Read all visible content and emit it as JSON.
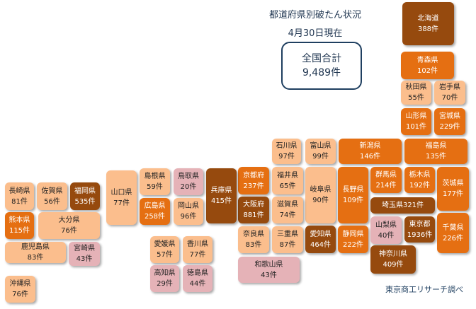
{
  "header": {
    "title": "都道府県別破たん状況",
    "date": "4月30日現在"
  },
  "total": {
    "label": "全国合計",
    "value": "9,489件"
  },
  "source": "東京商工リサーチ調べ",
  "tier_colors": {
    "dark": "#964a0e",
    "orange": "#e56f12",
    "peach": "#fbbe8d",
    "pink": "#e5b2b7"
  },
  "prefectures": [
    {
      "id": "hokkaido",
      "name": "北海道",
      "count": "388件",
      "tier": "dark"
    },
    {
      "id": "aomori",
      "name": "青森県",
      "count": "102件",
      "tier": "orange"
    },
    {
      "id": "akita",
      "name": "秋田県",
      "count": "55件",
      "tier": "peach"
    },
    {
      "id": "iwate",
      "name": "岩手県",
      "count": "70件",
      "tier": "peach"
    },
    {
      "id": "yamagata",
      "name": "山形県",
      "count": "101件",
      "tier": "orange"
    },
    {
      "id": "miyagi",
      "name": "宮城県",
      "count": "229件",
      "tier": "orange"
    },
    {
      "id": "ishikawa",
      "name": "石川県",
      "count": "97件",
      "tier": "peach"
    },
    {
      "id": "toyama",
      "name": "富山県",
      "count": "99件",
      "tier": "peach"
    },
    {
      "id": "niigata",
      "name": "新潟県",
      "count": "146件",
      "tier": "orange"
    },
    {
      "id": "fukushima",
      "name": "福島県",
      "count": "135件",
      "tier": "orange"
    },
    {
      "id": "kyoto",
      "name": "京都府",
      "count": "237件",
      "tier": "orange"
    },
    {
      "id": "fukui",
      "name": "福井県",
      "count": "65件",
      "tier": "peach"
    },
    {
      "id": "gifu",
      "name": "岐阜県",
      "count": "90件",
      "tier": "peach"
    },
    {
      "id": "nagano",
      "name": "長野県",
      "count": "109件",
      "tier": "orange"
    },
    {
      "id": "gunma",
      "name": "群馬県",
      "count": "214件",
      "tier": "orange"
    },
    {
      "id": "tochigi",
      "name": "栃木県",
      "count": "192件",
      "tier": "orange"
    },
    {
      "id": "ibaraki",
      "name": "茨城県",
      "count": "177件",
      "tier": "orange"
    },
    {
      "id": "osaka",
      "name": "大阪府",
      "count": "881件",
      "tier": "dark"
    },
    {
      "id": "shiga",
      "name": "滋賀県",
      "count": "74件",
      "tier": "peach"
    },
    {
      "id": "saitama",
      "name": "埼玉県",
      "count": "321件",
      "tier": "dark"
    },
    {
      "id": "nara",
      "name": "奈良県",
      "count": "83件",
      "tier": "peach"
    },
    {
      "id": "mie",
      "name": "三重県",
      "count": "87件",
      "tier": "peach"
    },
    {
      "id": "aichi",
      "name": "愛知県",
      "count": "464件",
      "tier": "dark"
    },
    {
      "id": "shizuoka",
      "name": "静岡県",
      "count": "222件",
      "tier": "orange"
    },
    {
      "id": "yamanashi",
      "name": "山梨県",
      "count": "40件",
      "tier": "pink"
    },
    {
      "id": "tokyo",
      "name": "東京都",
      "count": "1936件",
      "tier": "dark"
    },
    {
      "id": "chiba",
      "name": "千葉県",
      "count": "226件",
      "tier": "orange"
    },
    {
      "id": "wakayama",
      "name": "和歌山県",
      "count": "43件",
      "tier": "pink"
    },
    {
      "id": "kanagawa",
      "name": "神奈川県",
      "count": "409件",
      "tier": "dark"
    },
    {
      "id": "nagasaki",
      "name": "長崎県",
      "count": "81件",
      "tier": "peach"
    },
    {
      "id": "saga",
      "name": "佐賀県",
      "count": "56件",
      "tier": "peach"
    },
    {
      "id": "fukuoka",
      "name": "福岡県",
      "count": "535件",
      "tier": "dark"
    },
    {
      "id": "kumamoto",
      "name": "熊本県",
      "count": "115件",
      "tier": "orange"
    },
    {
      "id": "oita",
      "name": "大分県",
      "count": "76件",
      "tier": "peach"
    },
    {
      "id": "kagoshima",
      "name": "鹿児島県",
      "count": "83件",
      "tier": "peach"
    },
    {
      "id": "miyazaki",
      "name": "宮崎県",
      "count": "43件",
      "tier": "pink"
    },
    {
      "id": "okinawa",
      "name": "沖縄県",
      "count": "76件",
      "tier": "peach"
    },
    {
      "id": "yamaguchi",
      "name": "山口県",
      "count": "77件",
      "tier": "peach"
    },
    {
      "id": "shimane",
      "name": "島根県",
      "count": "59件",
      "tier": "peach"
    },
    {
      "id": "tottori",
      "name": "鳥取県",
      "count": "20件",
      "tier": "pink"
    },
    {
      "id": "hyogo",
      "name": "兵庫県",
      "count": "415件",
      "tier": "dark"
    },
    {
      "id": "hiroshima",
      "name": "広島県",
      "count": "258件",
      "tier": "orange"
    },
    {
      "id": "okayama",
      "name": "岡山県",
      "count": "96件",
      "tier": "peach"
    },
    {
      "id": "ehime",
      "name": "愛媛県",
      "count": "57件",
      "tier": "peach"
    },
    {
      "id": "kagawa",
      "name": "香川県",
      "count": "77件",
      "tier": "peach"
    },
    {
      "id": "kochi",
      "name": "高知県",
      "count": "29件",
      "tier": "pink"
    },
    {
      "id": "tokushima",
      "name": "徳島県",
      "count": "44件",
      "tier": "pink"
    }
  ]
}
